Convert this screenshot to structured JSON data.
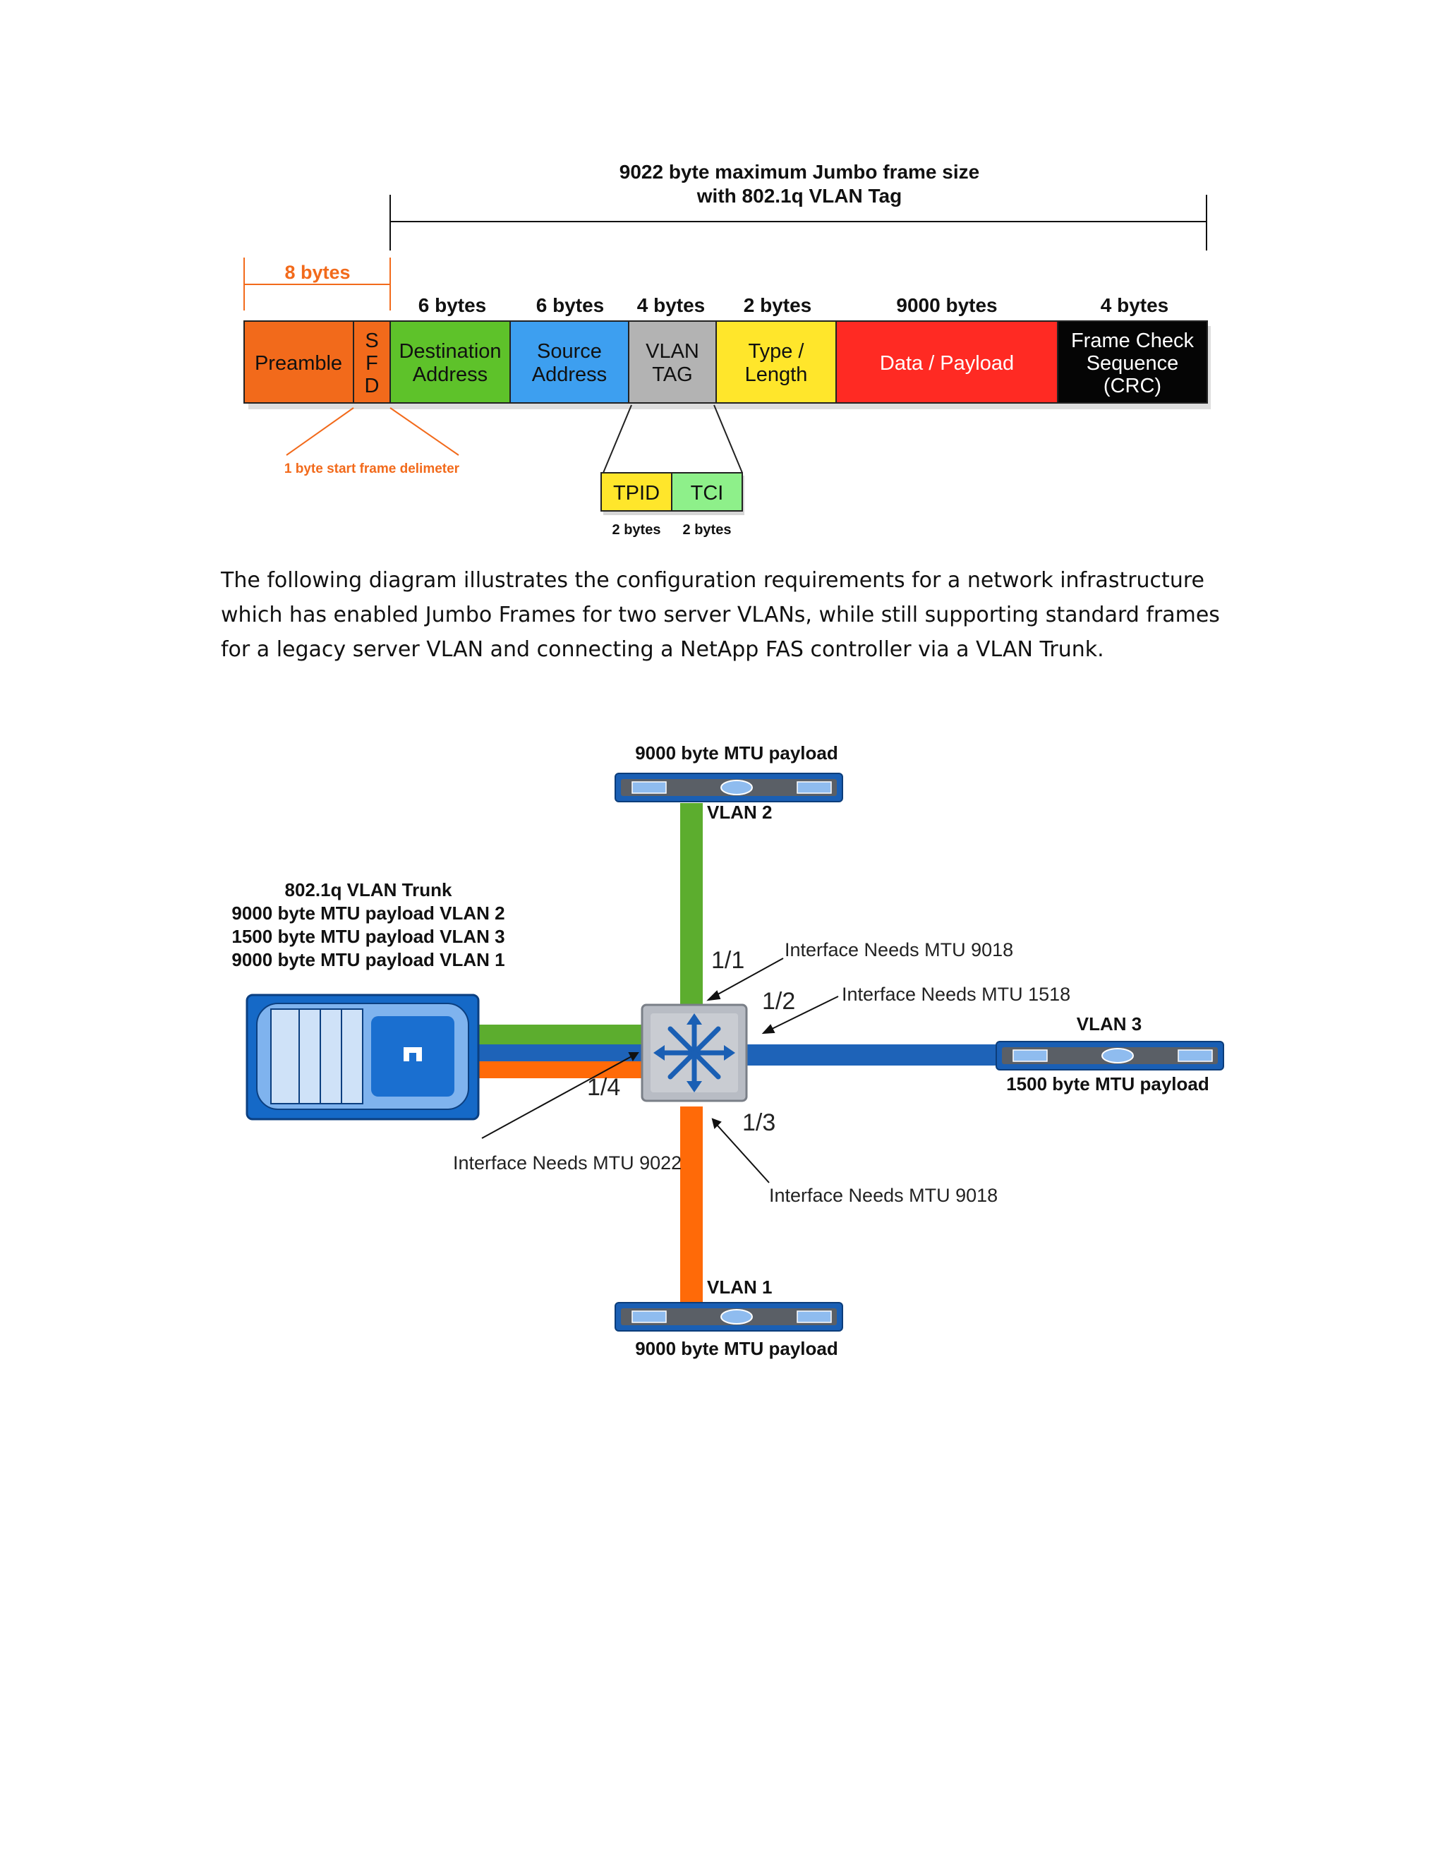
{
  "frame": {
    "title_line1": "9022 byte maximum Jumbo frame size",
    "title_line2": "with 802.1q VLAN Tag",
    "preamble_sfd_size": "8 bytes",
    "sfd_note": "1 byte start frame delimeter",
    "fields": [
      {
        "size": "",
        "line1": "Preamble",
        "line2": "",
        "line3": "",
        "color": "#f26a1b"
      },
      {
        "size": "",
        "line1": "S",
        "line2": "F",
        "line3": "D",
        "color": "#f26a1b"
      },
      {
        "size": "6 bytes",
        "line1": "Destination",
        "line2": "Address",
        "line3": "",
        "color": "#5ec22a"
      },
      {
        "size": "6 bytes",
        "line1": "Source",
        "line2": "Address",
        "line3": "",
        "color": "#3d9ff0"
      },
      {
        "size": "4 bytes",
        "line1": "VLAN",
        "line2": "TAG",
        "line3": "",
        "color": "#b3b3b3"
      },
      {
        "size": "2 bytes",
        "line1": "Type /",
        "line2": "Length",
        "line3": "",
        "color": "#ffe62b"
      },
      {
        "size": "9000 bytes",
        "line1": "Data / Payload",
        "line2": "",
        "line3": "",
        "color": "#ff2a23"
      },
      {
        "size": "4 bytes",
        "line1": "Frame Check",
        "line2": "Sequence",
        "line3": "(CRC)",
        "color": "#050505"
      }
    ],
    "tag_fields": [
      {
        "label": "TPID",
        "size": "2 bytes",
        "color": "#ffe62b"
      },
      {
        "label": "TCI",
        "size": "2 bytes",
        "color": "#8ef08a"
      }
    ]
  },
  "description": "The following diagram illustrates the configuration requirements for a network infrastructure which has enabled Jumbo Frames for two server VLANs, while still supporting standard frames for a legacy server VLAN and connecting a NetApp FAS controller via a VLAN Trunk.",
  "network": {
    "trunk_title": "802.1q VLAN Trunk",
    "trunk_lines": [
      "9000 byte MTU payload VLAN 2",
      "1500 byte MTU payload VLAN 3",
      "9000 byte MTU payload VLAN 1"
    ],
    "top_server_label": "9000 byte MTU payload",
    "top_vlan": "VLAN 2",
    "right_server_label": "1500 byte MTU payload",
    "right_vlan": "VLAN 3",
    "bottom_server_label": "9000 byte MTU payload",
    "bottom_vlan": "VLAN 1",
    "ports": {
      "p11": "1/1",
      "p12": "1/2",
      "p13": "1/3",
      "p14": "1/4"
    },
    "notes": {
      "n11": "Interface Needs MTU 9018",
      "n12": "Interface Needs MTU 1518",
      "n13": "Interface Needs MTU 9018",
      "n14": "Interface Needs MTU 9022"
    },
    "colors": {
      "vlan1": "#ff6a08",
      "vlan2": "#5cad2e",
      "vlan3": "#1e63b8",
      "storage": "#1a6fd0"
    }
  }
}
